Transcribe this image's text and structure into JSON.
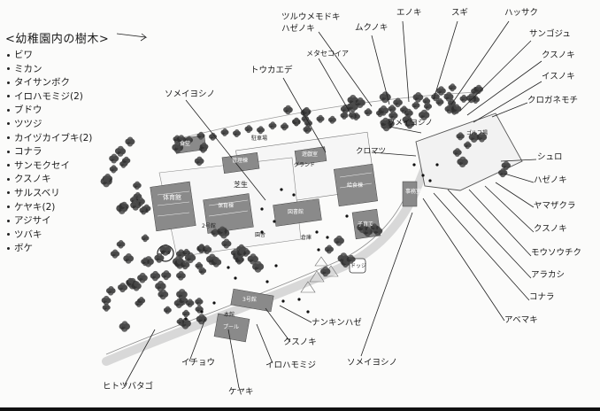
{
  "legend": {
    "title": "<幼稚園内の樹木>",
    "items": [
      "ビワ",
      "ミカン",
      "タイサンボク",
      "イロハモミジ(2)",
      "ブドウ",
      "ツツジ",
      "カイヅカイブキ(2)",
      "コナラ",
      "サンモクセイ",
      "クスノキ",
      "サルスベリ",
      "ケヤキ(2)",
      "アジサイ",
      "ツバキ",
      "ボケ"
    ]
  },
  "tree_labels": {
    "tsuru_umemodoki": "ツルウメモドキ",
    "hazenoki_top": "ハゼノキ",
    "mukunoki": "ムクノキ",
    "enoki": "エノキ",
    "sugi": "スギ",
    "hassaku": "ハッサク",
    "sango_ju": "サンゴジュ",
    "kusunoki_r1": "クスノキ",
    "isunoki": "イスノキ",
    "kurogane_mochi": "クロガネモチ",
    "metasequoia": "メタセコイア",
    "touka_ede": "トウカエデ",
    "someiyoshino_top": "ソメイヨシノ",
    "someiyoshino_mid": "ソメイヨシノ",
    "kuromatsu": "クロマツ",
    "shuro": "シュロ",
    "hazenoki_r": "ハゼノキ",
    "yamazakura": "ヤマザクラ",
    "kusunoki_r2": "クスノキ",
    "mousouchiku": "モウソウチク",
    "arakashi": "アラカシ",
    "konara": "コナラ",
    "abemaki": "アベマキ",
    "someiyoshino_bottom": "ソメイヨシノ",
    "nankinhaze": "ナンキンハゼ",
    "kusunoki_bottom": "クスノキ",
    "iroha_momiji": "イロハモミジ",
    "keyaki": "ケヤキ",
    "ichou": "イチョウ",
    "hitotsubatago": "ヒトツバタゴ"
  },
  "place_labels": {
    "ground": "グランド",
    "parking": "駐車場",
    "golf": "ゴルフ場",
    "lawn": "芝生",
    "gym": "体育館",
    "bldg_a": "保育棟",
    "bldg_b": "管理棟",
    "bldg_c": "遊戯室",
    "bldg_d": "給食棟",
    "bldg_e": "図書館",
    "bldg_f": "子育て",
    "bldg_g": "事務室",
    "bldg_h": "2号館",
    "bldg_i": "3号館",
    "bldg_j": "プール",
    "bldg_k": "園舎",
    "bldg_l": "倉庫",
    "bldg_m": "本館",
    "bldg_n": "食堂",
    "small_mark": "ドッジ"
  },
  "colors": {
    "ink": "#1a1a1a",
    "pencil": "#555555",
    "tree": "#3a3a3a",
    "building": "#6f6f6f",
    "path": "#dcdcdc"
  }
}
